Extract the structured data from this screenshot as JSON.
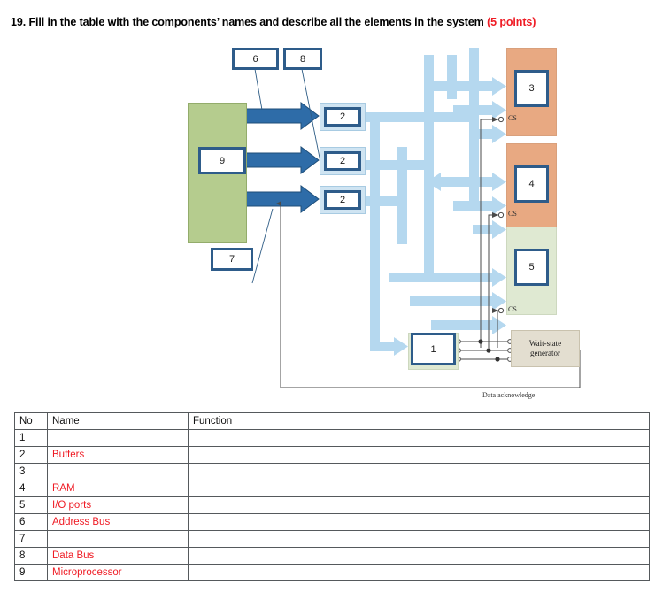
{
  "question": {
    "text": "19. Fill in the table with the components’ names and describe all the elements in the system ",
    "points": "(5 points)"
  },
  "diagram": {
    "title": "microprocessor-system-block-diagram",
    "callouts": [
      {
        "id": "callout-6",
        "label": "6"
      },
      {
        "id": "callout-8",
        "label": "8"
      },
      {
        "id": "callout-7",
        "label": "7"
      },
      {
        "id": "callout-9",
        "label": "9"
      }
    ],
    "buffers": [
      {
        "id": "buffer-top",
        "label": "2"
      },
      {
        "id": "buffer-middle",
        "label": "2"
      },
      {
        "id": "buffer-bottom",
        "label": "2"
      }
    ],
    "modules": [
      {
        "id": "module-3",
        "label": "3",
        "cs": "CS",
        "color": "#e8a982"
      },
      {
        "id": "module-4",
        "label": "4",
        "cs": "CS",
        "color": "#e8a982"
      },
      {
        "id": "module-5",
        "label": "5",
        "cs": "CS",
        "color": "#dfe9d2"
      },
      {
        "id": "module-1",
        "label": "1",
        "cs": "",
        "color": "#dfe9d2"
      }
    ],
    "wait_state": {
      "line1": "Wait-state",
      "line2": "generator"
    },
    "data_acknowledge_label": "Data acknowledge",
    "colors": {
      "bus": "#b5d8ef",
      "arrow_dark": "#2e6ca8",
      "cpu_slab": "#b5cc8e",
      "memory_slab": "#e8a982",
      "io_slab": "#dfe9d2",
      "box_border": "#2e5c8a",
      "wait_box": "#e3ded0"
    }
  },
  "table": {
    "headers": [
      "No",
      "Name",
      "Function"
    ],
    "rows": [
      {
        "no": "1",
        "name": "",
        "function": ""
      },
      {
        "no": "2",
        "name": "Buffers",
        "function": ""
      },
      {
        "no": "3",
        "name": "",
        "function": ""
      },
      {
        "no": "4",
        "name": "RAM",
        "function": ""
      },
      {
        "no": "5",
        "name": "I/O ports",
        "function": ""
      },
      {
        "no": "6",
        "name": "Address Bus",
        "function": ""
      },
      {
        "no": "7",
        "name": "",
        "function": ""
      },
      {
        "no": "8",
        "name": "Data Bus",
        "function": ""
      },
      {
        "no": "9",
        "name": "Microprocessor",
        "function": ""
      }
    ],
    "answer_color": "#ef1b24"
  }
}
